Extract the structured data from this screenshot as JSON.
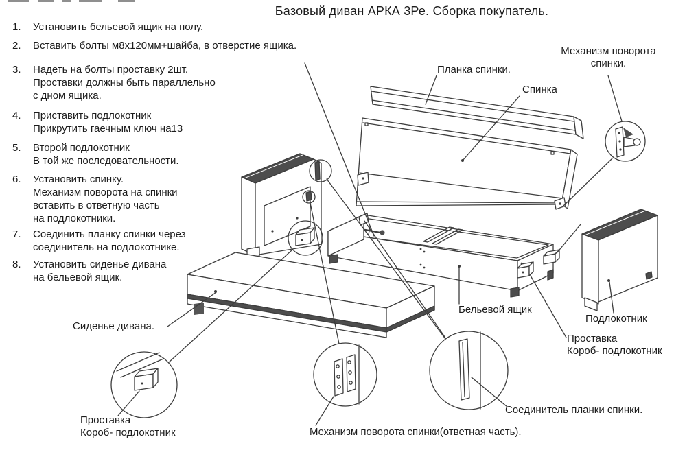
{
  "title": "Базовый диван АРКА 3Ре. Сборка покупатель.",
  "instructions": [
    {
      "num": "1.",
      "lines": [
        "Установить бельевой ящик на полу."
      ]
    },
    {
      "num": "2.",
      "lines": [
        "Вставить болты м8х120мм+шайба, в отверстие ящика."
      ]
    },
    {
      "num": "3.",
      "lines": [
        "Надеть на болты проставку 2шт.",
        "Проставки должны быть параллельно",
        "с дном ящика."
      ]
    },
    {
      "num": "4.",
      "lines": [
        "Приставить подлокотник",
        "Прикрутить гаечным ключ на13"
      ]
    },
    {
      "num": "5.",
      "lines": [
        "Второй подлокотник",
        "В той же последовательности."
      ]
    },
    {
      "num": "6.",
      "lines": [
        "Установить спинку.",
        "Механизм поворота на спинки",
        "вставить в ответную часть",
        "на подлокотники."
      ]
    },
    {
      "num": "7.",
      "lines": [
        "Соединить планку спинки через",
        "соединитель на подлокотнике."
      ]
    },
    {
      "num": "8.",
      "lines": [
        "Установить сиденье дивана",
        "на бельевой ящик."
      ]
    }
  ],
  "labels": {
    "plank": "Планка спинки.",
    "backrest": "Спинка",
    "pivot_mechanism": [
      "Механизм поворота",
      "спинки."
    ],
    "storage_box": "Бельевой ящик",
    "armrest": "Подлокотник",
    "spacer_right": [
      "Проставка",
      "Короб- подлокотник"
    ],
    "seat": "Сиденье дивана.",
    "spacer_left": [
      "Проставка",
      "Короб- подлокотник"
    ],
    "pivot_counterpart": "Механизм поворота спинки(ответная часть).",
    "plank_connector": "Соединитель планки спинки."
  },
  "colors": {
    "line": "#3d3d3d",
    "dark": "#4d4d4d",
    "text": "#1c1c1c",
    "background": "#ffffff"
  }
}
